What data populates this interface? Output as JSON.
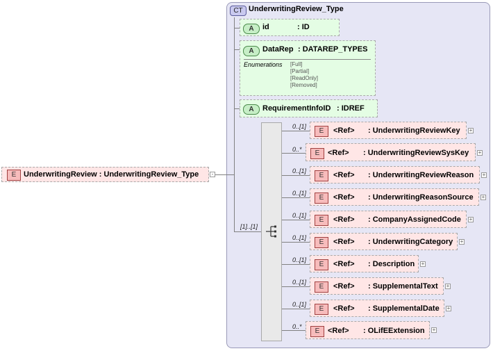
{
  "root": {
    "badge": "E",
    "label": "UnderwritingReview : UnderwritingReview_Type"
  },
  "complex_type": {
    "badge": "CT",
    "title": "UnderwritingReview_Type"
  },
  "attributes": [
    {
      "badge": "A",
      "name": "id",
      "type": ": ID"
    },
    {
      "badge": "A",
      "name": "DataRep",
      "type": ": DATAREP_TYPES",
      "enum_label": "Enumerations",
      "enumerations": [
        "[Full]",
        "[Partial]",
        "[ReadOnly]",
        "[Removed]"
      ]
    },
    {
      "badge": "A",
      "name": "RequirementInfoID",
      "type": ": IDREF"
    }
  ],
  "sequence": {
    "cardinality": "[1]..[1]"
  },
  "elements": [
    {
      "card": "0..[1]",
      "badge": "E",
      "ref": "<Ref>",
      "name": ": UnderwritingReviewKey"
    },
    {
      "card": "0..*",
      "badge": "E",
      "ref": "<Ref>",
      "name": ": UnderwritingReviewSysKey"
    },
    {
      "card": "0..[1]",
      "badge": "E",
      "ref": "<Ref>",
      "name": ": UnderwritingReviewReason"
    },
    {
      "card": "0..[1]",
      "badge": "E",
      "ref": "<Ref>",
      "name": ": UnderwritingReasonSource"
    },
    {
      "card": "0..[1]",
      "badge": "E",
      "ref": "<Ref>",
      "name": ": CompanyAssignedCode"
    },
    {
      "card": "0..[1]",
      "badge": "E",
      "ref": "<Ref>",
      "name": ": UnderwritingCategory"
    },
    {
      "card": "0..[1]",
      "badge": "E",
      "ref": "<Ref>",
      "name": ": Description"
    },
    {
      "card": "0..[1]",
      "badge": "E",
      "ref": "<Ref>",
      "name": ": SupplementalText"
    },
    {
      "card": "0..[1]",
      "badge": "E",
      "ref": "<Ref>",
      "name": ": SupplementalDate"
    },
    {
      "card": "0..*",
      "badge": "E",
      "ref": "<Ref>",
      "name": ": OLifEExtension"
    }
  ]
}
